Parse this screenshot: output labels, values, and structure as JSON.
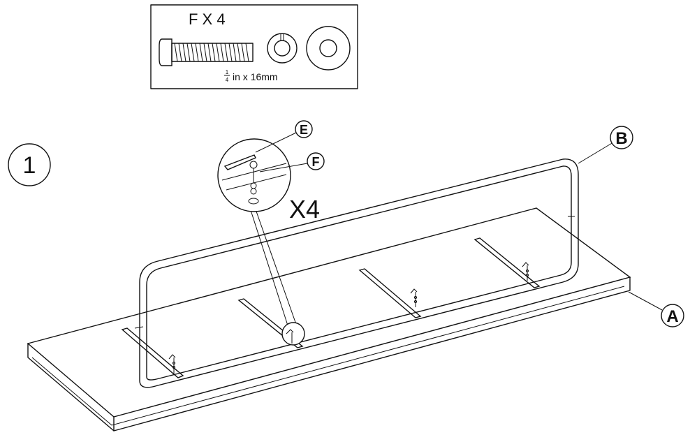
{
  "parts_box": {
    "title": "F X 4",
    "size_fraction_num": "1",
    "size_fraction_den": "4",
    "size_text": "in x 16mm"
  },
  "step": {
    "number": "1"
  },
  "labels": {
    "a": "A",
    "b": "B",
    "e": "E",
    "f": "F",
    "quantity": "X4"
  }
}
